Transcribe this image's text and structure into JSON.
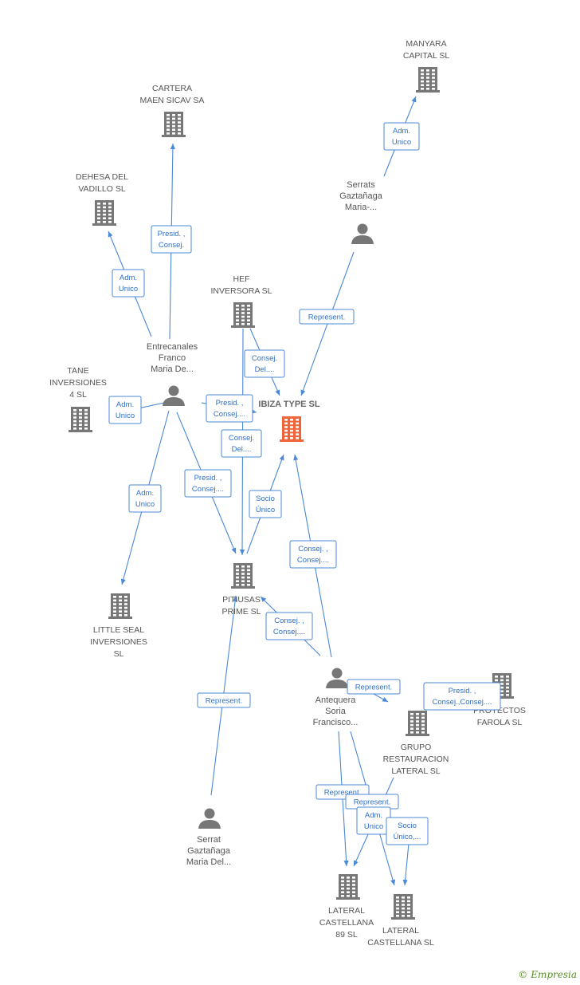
{
  "colors": {
    "edge": "#4a88d8",
    "company": "#777777",
    "highlight": "#f0643a",
    "person": "#777777"
  },
  "nodes": [
    {
      "id": "manyara",
      "kind": "company",
      "lines": [
        "MANYARA",
        "CAPITAL SL"
      ]
    },
    {
      "id": "cartera",
      "kind": "company",
      "lines": [
        "CARTERA",
        "MAEN SICAV SA"
      ]
    },
    {
      "id": "dehesa",
      "kind": "company",
      "lines": [
        "DEHESA DEL",
        "VADILLO SL"
      ]
    },
    {
      "id": "serrats",
      "kind": "person",
      "lines": [
        "Serrats",
        "Gaztañaga",
        "Maria-..."
      ]
    },
    {
      "id": "hef",
      "kind": "company",
      "lines": [
        "HEF",
        "INVERSORA SL"
      ]
    },
    {
      "id": "entrecanales",
      "kind": "person",
      "lines": [
        "Entrecanales",
        "Franco",
        "Maria De..."
      ]
    },
    {
      "id": "tane",
      "kind": "company",
      "lines": [
        "TANE",
        "INVERSIONES",
        "4  SL"
      ]
    },
    {
      "id": "ibiza",
      "kind": "focus",
      "lines": [
        "IBIZA TYPE SL"
      ]
    },
    {
      "id": "pitiusas",
      "kind": "company",
      "lines": [
        "PITIUSAS",
        "PRIME SL"
      ]
    },
    {
      "id": "little",
      "kind": "company",
      "lines": [
        "LITTLE SEAL",
        "INVERSIONES",
        "SL"
      ]
    },
    {
      "id": "antequera",
      "kind": "person",
      "lines": [
        "Antequera",
        "Soria",
        "Francisco..."
      ]
    },
    {
      "id": "proyectos",
      "kind": "company",
      "lines": [
        "PROYECTOS",
        "FAROLA SL"
      ]
    },
    {
      "id": "grupo",
      "kind": "company",
      "lines": [
        "GRUPO",
        "RESTAURACION",
        "LATERAL SL"
      ]
    },
    {
      "id": "serrat",
      "kind": "person",
      "lines": [
        "Serrat",
        "Gaztañaga",
        "Maria Del..."
      ]
    },
    {
      "id": "lat89",
      "kind": "company",
      "lines": [
        "LATERAL",
        "CASTELLANA",
        "89 SL"
      ]
    },
    {
      "id": "latcast",
      "kind": "company",
      "lines": [
        "LATERAL",
        "CASTELLANA SL"
      ]
    }
  ],
  "edges": [
    {
      "from": "serrats",
      "to": "manyara",
      "lines": [
        "Adm.",
        "Unico"
      ]
    },
    {
      "from": "serrats",
      "to": "ibiza",
      "lines": [
        "Represent."
      ]
    },
    {
      "from": "entrecanales",
      "to": "cartera",
      "lines": [
        "Presid. ,",
        "Consej."
      ]
    },
    {
      "from": "entrecanales",
      "to": "dehesa",
      "lines": [
        "Adm.",
        "Unico"
      ]
    },
    {
      "from": "entrecanales",
      "to": "tane",
      "lines": [
        "Adm.",
        "Unico"
      ]
    },
    {
      "from": "entrecanales",
      "to": "ibiza",
      "lines": [
        "Presid. ,",
        "Consej...."
      ]
    },
    {
      "from": "entrecanales",
      "to": "pitiusas",
      "lines": [
        "Presid. ,",
        "Consej...."
      ]
    },
    {
      "from": "entrecanales",
      "to": "little",
      "lines": [
        "Adm.",
        "Unico"
      ]
    },
    {
      "from": "hef",
      "to": "ibiza",
      "lines": [
        "Consej.",
        "Del...."
      ]
    },
    {
      "from": "hef",
      "to": "pitiusas",
      "lines": [
        "Consej.",
        "Del...."
      ]
    },
    {
      "from": "pitiusas",
      "to": "ibiza",
      "lines": [
        "Socio",
        "Único"
      ]
    },
    {
      "from": "antequera",
      "to": "ibiza",
      "lines": [
        "Consej. ,",
        "Consej...."
      ]
    },
    {
      "from": "antequera",
      "to": "pitiusas",
      "lines": [
        "Consej. ,",
        "Consej...."
      ]
    },
    {
      "from": "antequera",
      "to": "grupo",
      "lines": [
        "Represent."
      ]
    },
    {
      "from": "grupo",
      "to": "proyectos",
      "lines": [
        "Presid. ,",
        "Consej.,Consej...."
      ]
    },
    {
      "from": "serrat",
      "to": "pitiusas",
      "lines": [
        "Represent."
      ]
    },
    {
      "from": "antequera",
      "to": "lat89",
      "lines": [
        "Represent."
      ]
    },
    {
      "from": "antequera",
      "to": "latcast",
      "lines": [
        "Represent."
      ]
    },
    {
      "from": "grupo",
      "to": "lat89",
      "lines": [
        "Adm.",
        "Unico"
      ]
    },
    {
      "from": "grupo",
      "to": "latcast",
      "lines": [
        "Socio",
        "Único,..."
      ]
    }
  ],
  "brand": {
    "copyright": "©",
    "name": "Empresia"
  }
}
